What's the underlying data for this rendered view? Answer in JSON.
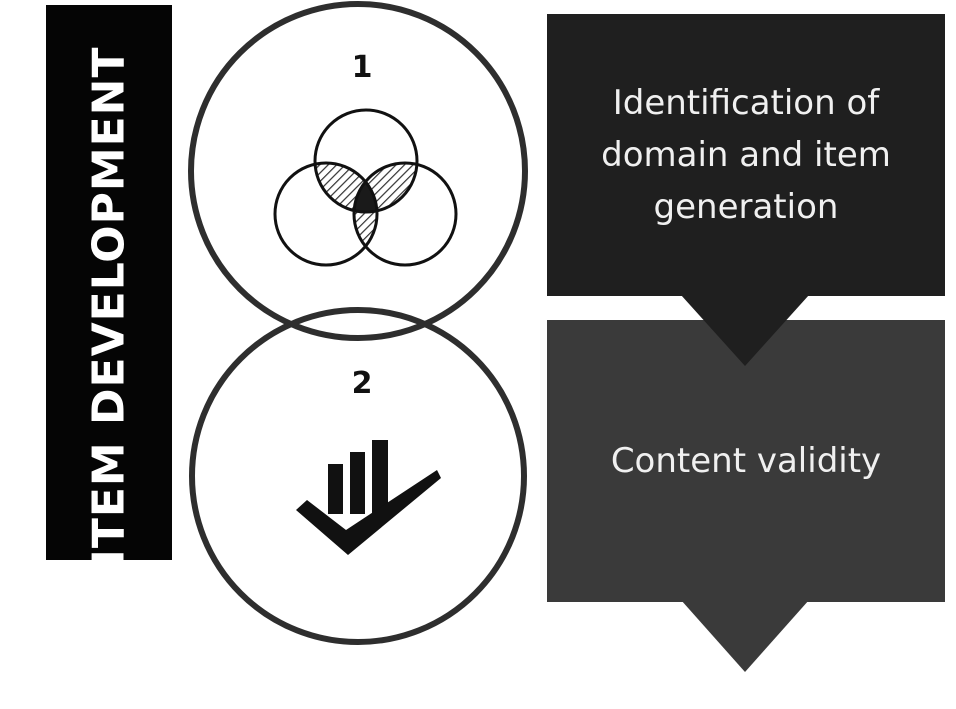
{
  "sidebar": {
    "title": "ITEM DEVELOPMENT"
  },
  "steps": [
    {
      "number": "1",
      "text": "Identification of domain and item generation",
      "icon": "venn-diagram-icon"
    },
    {
      "number": "2",
      "text": "Content validity",
      "icon": "bar-chart-check-icon"
    }
  ],
  "colors": {
    "sidebar_bg": "#050505",
    "step1_bg": "#1f1f1f",
    "step2_bg": "#3a3a3a",
    "ring": "#2e2e2e"
  }
}
